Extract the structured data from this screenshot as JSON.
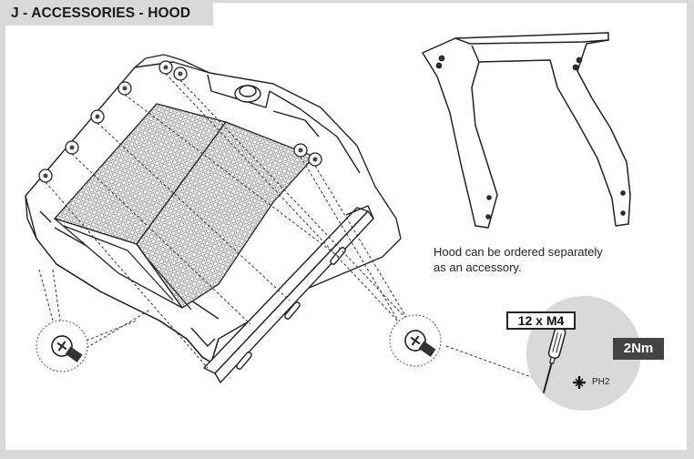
{
  "header": {
    "title": "J - ACCESSORIES - HOOD"
  },
  "note": {
    "line1": "Hood can be ordered separately",
    "line2": "as an accessory."
  },
  "spec": {
    "screw_quantity": "12 x M4",
    "torque": "2Nm",
    "driver": "PH2"
  },
  "icons": [
    "screw-icon",
    "screwdriver-icon",
    "phillips-cross-icon"
  ],
  "colors": {
    "header_bg": "#d9d9d9",
    "torque_bg": "#444444",
    "line": "#222222"
  }
}
